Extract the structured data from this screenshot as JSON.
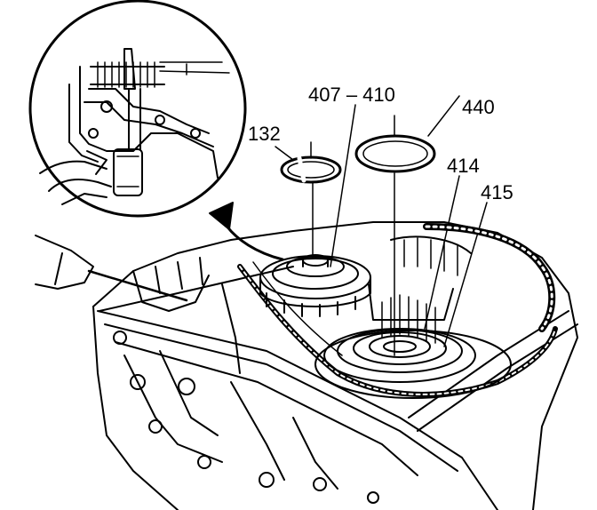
{
  "callouts": {
    "c132": "132",
    "c407_410": "407 – 410",
    "c440": "440",
    "c414": "414",
    "c415": "415"
  },
  "colors": {
    "ink": "#000000",
    "paper": "#ffffff"
  }
}
